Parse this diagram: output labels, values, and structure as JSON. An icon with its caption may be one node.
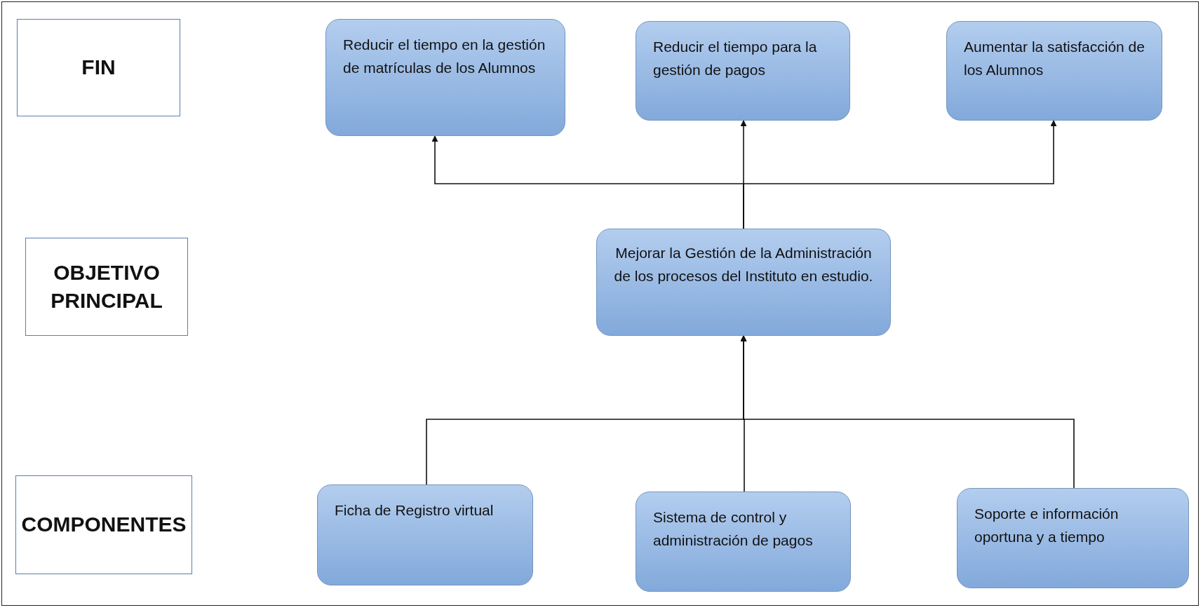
{
  "diagram": {
    "nodes": [
      {
        "text": [
          "FIN"
        ]
      },
      {
        "text": [
          "OBJETIVO PRINCIPAL"
        ]
      },
      {
        "text": [
          "COMPONENTES"
        ]
      },
      {
        "text": [
          "Reducir el tiempo en la gestión de matrículas de los Alumnos"
        ]
      },
      {
        "text": [
          "Reducir el tiempo para la gestión de pagos"
        ]
      },
      {
        "text": [
          "Aumentar la satisfacción de los Alumnos"
        ]
      },
      {
        "text": [
          "Mejorar la Gestión de la Administración de los procesos del Instituto en estudio."
        ]
      },
      {
        "text": [
          "Ficha de Registro virtual"
        ]
      },
      {
        "text": [
          "Sistema de control y administración de pagos"
        ]
      },
      {
        "text": [
          "Soporte e información oportuna y a tiempo"
        ]
      }
    ],
    "edges": [
      {
        "from": 6,
        "to": 3,
        "arrow": "to"
      },
      {
        "from": 6,
        "to": 4,
        "arrow": "to"
      },
      {
        "from": 6,
        "to": 5,
        "arrow": "to"
      },
      {
        "from": 7,
        "to": 6,
        "arrow": "to"
      },
      {
        "from": 8,
        "to": 6,
        "arrow": "to"
      },
      {
        "from": 9,
        "to": 6,
        "arrow": "to"
      }
    ]
  }
}
